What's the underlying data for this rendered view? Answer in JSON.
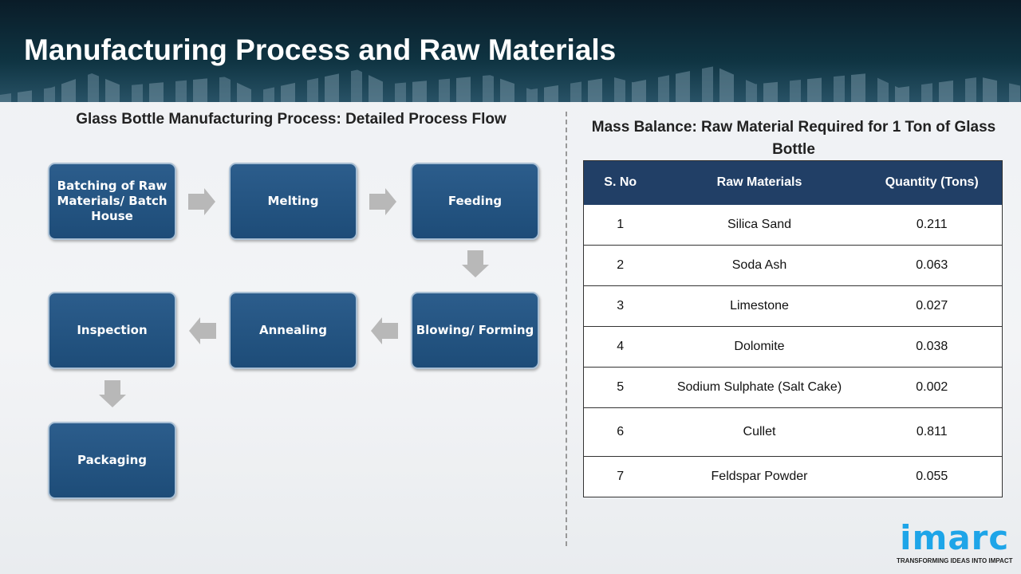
{
  "title": "Manufacturing Process and Raw Materials",
  "left": {
    "subtitle": "Glass Bottle Manufacturing Process: Detailed Process Flow",
    "steps": [
      "Batching of Raw Materials/ Batch House",
      "Melting",
      "Feeding",
      "Blowing/ Forming",
      "Annealing",
      "Inspection",
      "Packaging"
    ]
  },
  "right": {
    "subtitle": "Mass Balance: Raw Material Required for 1 Ton of Glass Bottle",
    "headers": [
      "S. No",
      "Raw Materials",
      "Quantity (Tons)"
    ],
    "rows": [
      [
        "1",
        "Silica Sand",
        "0.211"
      ],
      [
        "2",
        "Soda Ash",
        "0.063"
      ],
      [
        "3",
        "Limestone",
        "0.027"
      ],
      [
        "4",
        "Dolomite",
        "0.038"
      ],
      [
        "5",
        "Sodium Sulphate (Salt Cake)",
        "0.002"
      ],
      [
        "6",
        "Cullet",
        "0.811"
      ],
      [
        "7",
        "Feldspar Powder",
        "0.055"
      ]
    ]
  },
  "logo": {
    "name": "imarc",
    "tagline": "TRANSFORMING IDEAS INTO IMPACT"
  },
  "colors": {
    "box": "#1d4c78",
    "table_header": "#213f66",
    "logo": "#1ea5e8"
  }
}
